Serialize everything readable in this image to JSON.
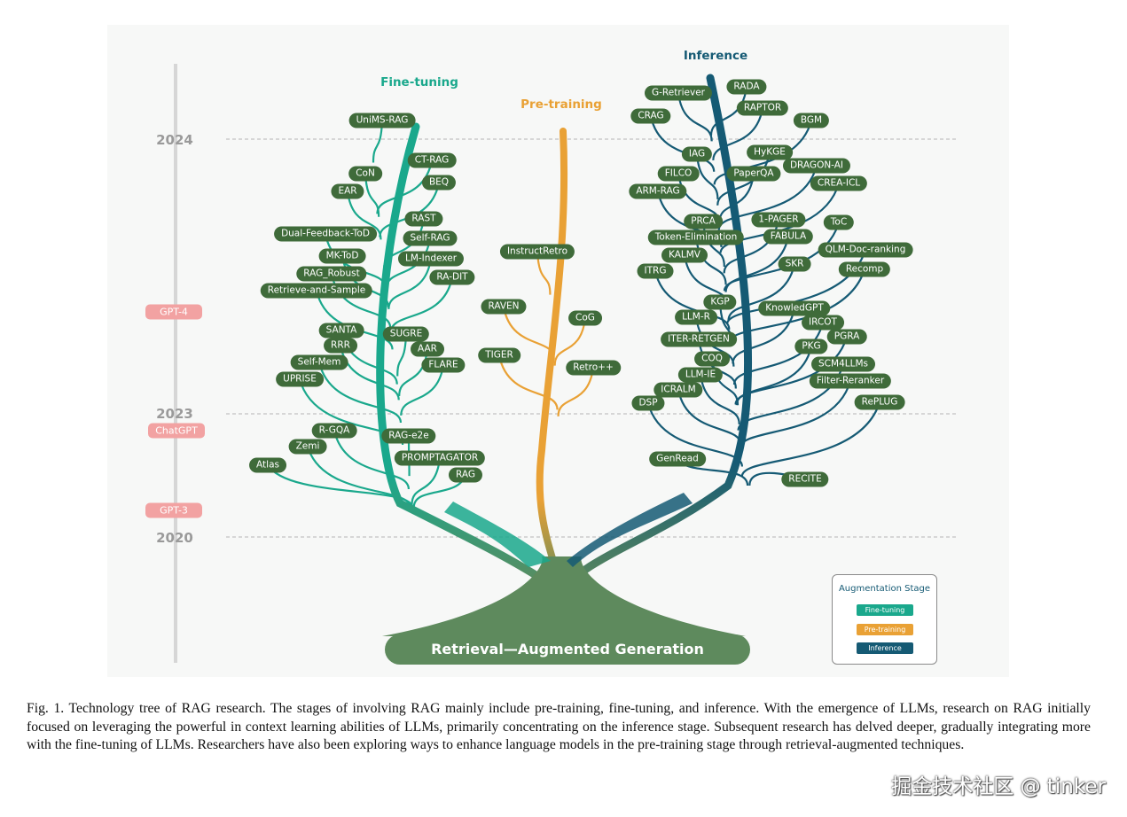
{
  "figure": {
    "root_label": "Retrieval—Augmented Generation",
    "stages": [
      {
        "id": "fine",
        "title": "Fine-tuning",
        "color": "#1aa88c"
      },
      {
        "id": "pre",
        "title": "Pre-training",
        "color": "#e9a135"
      },
      {
        "id": "inf",
        "title": "Inference",
        "color": "#155a74"
      }
    ],
    "years": [
      "2024",
      "2023",
      "2020"
    ],
    "model_tags": [
      "GPT-4",
      "ChatGPT",
      "GPT-3"
    ],
    "nodes": {
      "fine": [
        "UniMS-RAG",
        "CT-RAG",
        "CoN",
        "BEQ",
        "EAR",
        "RAST",
        "Dual-Feedback-ToD",
        "Self-RAG",
        "MK-ToD",
        "LM-Indexer",
        "RAG_Robust",
        "RA-DIT",
        "Retrieve-and-Sample",
        "SANTA",
        "SUGRE",
        "RRR",
        "AAR",
        "Self-Mem",
        "FLARE",
        "UPRISE",
        "R-GQA",
        "RAG-e2e",
        "Zemi",
        "PROMPTAGATOR",
        "Atlas",
        "RAG"
      ],
      "pre": [
        "InstructRetro",
        "RAVEN",
        "CoG",
        "TIGER",
        "Retro++"
      ],
      "inf": [
        "G-Retriever",
        "RADA",
        "RAPTOR",
        "CRAG",
        "BGM",
        "IAG",
        "HyKGE",
        "FILCO",
        "PaperQA",
        "DRAGON-AI",
        "ARM-RAG",
        "CREA-ICL",
        "PRCA",
        "1-PAGER",
        "ToC",
        "Token-Elimination",
        "FABULA",
        "KALMV",
        "QLM-Doc-ranking",
        "SKR",
        "ITRG",
        "Recomp",
        "KGP",
        "KnowledGPT",
        "LLM-R",
        "IRCOT",
        "ITER-RETGEN",
        "PGRA",
        "PKG",
        "COQ",
        "SCM4LLMs",
        "LLM-IE",
        "Filter-Reranker",
        "ICRALM",
        "DSP",
        "RePLUG",
        "GenRead",
        "RECITE"
      ]
    },
    "legend": {
      "title": "Augmentation Stage",
      "items": [
        {
          "label": "Fine-tuning",
          "color": "#1aa88c"
        },
        {
          "label": "Pre-training",
          "color": "#e9a135"
        },
        {
          "label": "Inference",
          "color": "#155a74"
        }
      ]
    },
    "colors": {
      "node": "#3f6b3a",
      "trunk_base": "#5e8a5d",
      "year_line": "#b5b5b5",
      "model_tag": "#f2a2a2"
    }
  },
  "caption": "Fig. 1.  Technology tree of RAG research. The stages of involving RAG mainly include pre-training, fine-tuning, and inference. With the emergence of LLMs, research on RAG initially focused on leveraging the powerful in context learning abilities of LLMs, primarily concentrating on the inference stage. Subsequent research has delved deeper, gradually integrating more with the fine-tuning of LLMs. Researchers have also been exploring ways to enhance language models in the pre-training stage through retrieval-augmented techniques.",
  "watermark": "掘金技术社区 @ tinker"
}
